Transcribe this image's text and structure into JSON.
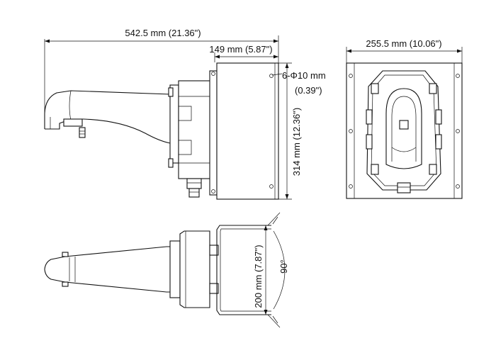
{
  "dimensions": {
    "overall_length": "542.5 mm (21.36\")",
    "box_depth": "149 mm (5.87\")",
    "hole_spec_line1": "6-Φ10 mm",
    "hole_spec_line2": "(0.39\")",
    "box_height": "314 mm (12.36\")",
    "plate_width": "255.5 mm (10.06\")",
    "bracket_width": "200 mm (7.87\")",
    "angle": "90°"
  }
}
